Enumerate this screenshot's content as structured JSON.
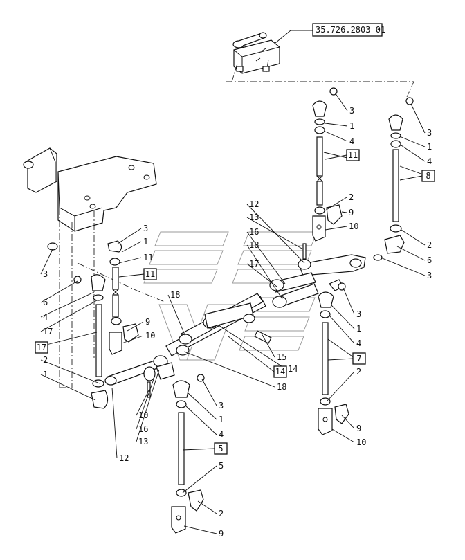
{
  "reference_code": "35.726.2803 01",
  "numbered_callouts": [
    "3",
    "1",
    "4",
    "11",
    "2",
    "9",
    "10",
    "3",
    "1",
    "4",
    "8",
    "2",
    "6",
    "3",
    "12",
    "13",
    "16",
    "18",
    "17",
    "15",
    "14",
    "18",
    "18",
    "3",
    "1",
    "4",
    "7",
    "2",
    "9",
    "10",
    "3",
    "1",
    "11",
    "3",
    "6",
    "4",
    "17",
    "2",
    "1",
    "9",
    "10",
    "3",
    "1",
    "4",
    "5",
    "2",
    "9",
    "10",
    "16",
    "13",
    "12",
    "3"
  ],
  "boxed_callouts": [
    "11",
    "8",
    "11",
    "7",
    "17",
    "14",
    "5"
  ]
}
